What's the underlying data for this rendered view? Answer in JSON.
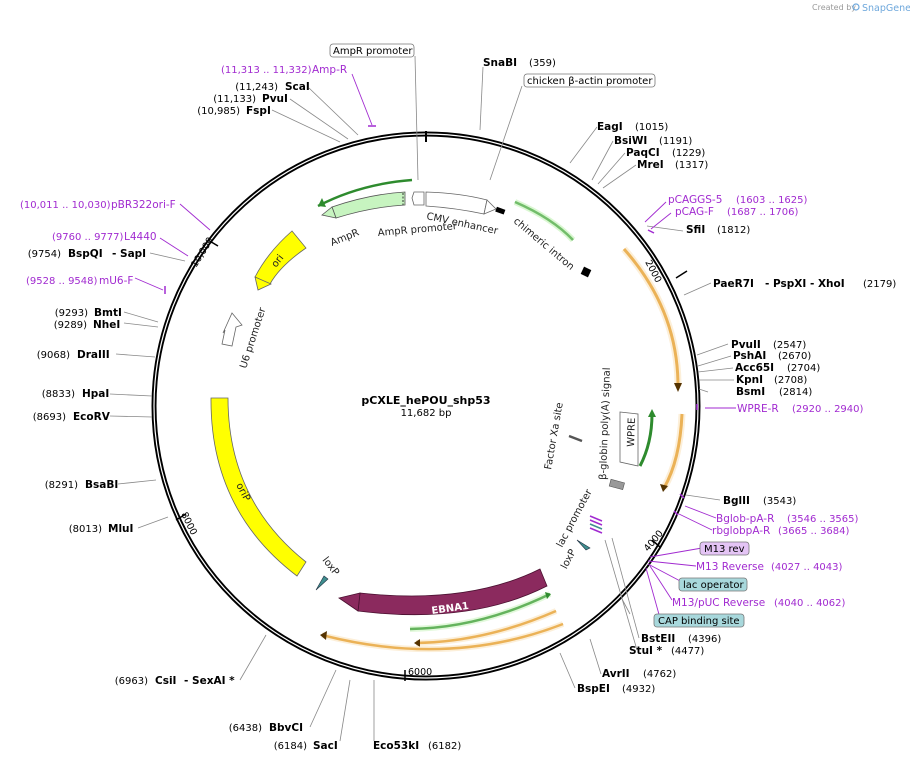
{
  "credit": {
    "text": "Created by",
    "brand": "SnapGene"
  },
  "plasmid": {
    "name": "pCXLE_hePOU_shp53",
    "length": "11,682 bp"
  },
  "ticks": [
    "2000",
    "4000",
    "6000",
    "8000",
    "10,000"
  ],
  "colors": {
    "green": "#2e8b2e",
    "orange": "#e39a27",
    "ampr": "#c7f4c0",
    "yellow": "#ffff00",
    "ebna1": "#8b2a5e",
    "purple": "#a12ad0",
    "teal": "#3f8f8f"
  },
  "enzymes": {
    "snabi": {
      "name": "SnaBI",
      "pos": "(359)"
    },
    "eagi": {
      "name": "EagI",
      "pos": "(1015)"
    },
    "bsiwi": {
      "name": "BsiWI",
      "pos": "(1191)"
    },
    "paqci": {
      "name": "PaqCI",
      "pos": "(1229)"
    },
    "mrei": {
      "name": "MreI",
      "pos": "(1317)"
    },
    "sfii": {
      "name": "SfiI",
      "pos": "(1812)"
    },
    "paer7i": {
      "name": "PaeR7I",
      "pos": "(2179)",
      "extra": "- PspXI   - XhoI"
    },
    "pvuii": {
      "name": "PvuII",
      "pos": "(2547)"
    },
    "pshai": {
      "name": "PshAI",
      "pos": "(2670)"
    },
    "acc65i": {
      "name": "Acc65I",
      "pos": "(2704)"
    },
    "kpni": {
      "name": "KpnI",
      "pos": "(2708)"
    },
    "bsmi": {
      "name": "BsmI",
      "pos": "(2814)"
    },
    "bglii": {
      "name": "BglII",
      "pos": "(3543)"
    },
    "bsteii": {
      "name": "BstEII",
      "pos": "(4396)"
    },
    "stui": {
      "name": "StuI *",
      "pos": "(4477)"
    },
    "avrii": {
      "name": "AvrII",
      "pos": "(4762)"
    },
    "bspei": {
      "name": "BspEI",
      "pos": "(4932)"
    },
    "eco53ki": {
      "name": "Eco53kI",
      "pos": "(6182)"
    },
    "saci": {
      "name": "SacI",
      "pos": "(6184)"
    },
    "bbvci": {
      "name": "BbvCI",
      "pos": "(6438)"
    },
    "csii": {
      "name": "CsiI",
      "pos": "(6963)",
      "extra": "- SexAI *"
    },
    "mlui": {
      "name": "MluI",
      "pos": "(8013)"
    },
    "bsabi": {
      "name": "BsaBI",
      "pos": "(8291)"
    },
    "ecorv": {
      "name": "EcoRV",
      "pos": "(8693)"
    },
    "hpai": {
      "name": "HpaI",
      "pos": "(8833)"
    },
    "draiii": {
      "name": "DraIII",
      "pos": "(9068)"
    },
    "nhei": {
      "name": "NheI",
      "pos": "(9289)"
    },
    "bmti": {
      "name": "BmtI",
      "pos": "(9293)"
    },
    "bspqi": {
      "name": "BspQI",
      "pos": "(9754)",
      "extra": "- SapI"
    },
    "fspi": {
      "name": "FspI",
      "pos": "(10,985)"
    },
    "pvui": {
      "name": "PvuI",
      "pos": "(11,133)"
    },
    "scai": {
      "name": "ScaI",
      "pos": "(11,243)"
    }
  },
  "primers": {
    "ampr_p": {
      "name": "Amp-R",
      "range": "(11,313 .. 11,332)"
    },
    "pbr322": {
      "name": "pBR322ori-F",
      "range": "(10,011 .. 10,030)"
    },
    "l4440": {
      "name": "L4440",
      "range": "(9760 .. 9777)"
    },
    "mu6": {
      "name": "mU6-F",
      "range": "(9528 .. 9548)"
    },
    "pcaggs5": {
      "name": "pCAGGS-5",
      "range": "(1603 .. 1625)"
    },
    "pcagf": {
      "name": "pCAG-F",
      "range": "(1687 .. 1706)"
    },
    "wprer": {
      "name": "WPRE-R",
      "range": "(2920 .. 2940)"
    },
    "bglobpar": {
      "name": "Bglob-pA-R",
      "range": "(3546 .. 3565)"
    },
    "rbglobpar": {
      "name": "rbglobpA-R",
      "range": "(3665 .. 3684)"
    },
    "m13rev": {
      "name": "M13 rev"
    },
    "m13reverse": {
      "name": "M13 Reverse",
      "range": "(4027 .. 4043)"
    },
    "m13puc": {
      "name": "M13/pUC Reverse",
      "range": "(4040 .. 4062)"
    }
  },
  "boxed": {
    "ampr_promoter": "AmpR promoter",
    "cba_promoter": "chicken β-actin promoter",
    "lac_operator": "lac operator",
    "cap_site": "CAP binding site"
  },
  "features": {
    "cmv": "CMV enhancer",
    "ampr": "AmpR",
    "ampr_promoter": "AmpR promoter",
    "ori": "ori",
    "u6": "U6 promoter",
    "orip": "oriP",
    "loxp1": "loxP",
    "loxp2": "loxP",
    "ebna1": "EBNA1",
    "chimeric": "chimeric intron",
    "bglobin": "β-globin poly(A) signal",
    "wpre": "WPRE",
    "factorxa": "Factor Xa site",
    "lacprom": "lac promoter"
  }
}
